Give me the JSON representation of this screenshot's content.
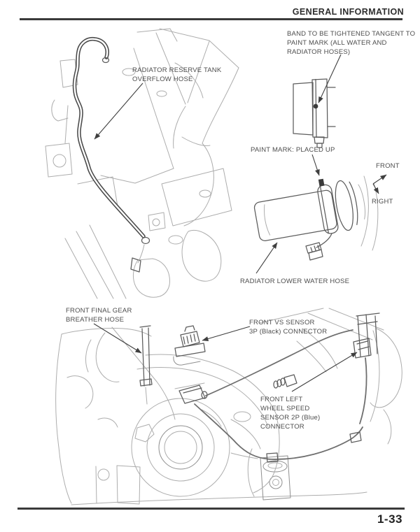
{
  "header": {
    "title": "GENERAL INFORMATION"
  },
  "footer": {
    "page_number": "1-33"
  },
  "colors": {
    "rule": "#3a3a3a",
    "label_ink": "#4d4d4d",
    "art_light": "#adadad",
    "art_dark": "#4a4a4a"
  },
  "callouts": {
    "band": "BAND TO BE TIGHTENED TANGENT TO\nPAINT MARK (ALL WATER AND\nRADIATOR HOSES)",
    "reserve_tank_hose": "RADIATOR RESERVE TANK\nOVERFLOW HOSE",
    "paint_mark": "PAINT MARK: PLACED UP",
    "front_direction": "FRONT",
    "right_direction": "RIGHT",
    "lower_water_hose": "RADIATOR LOWER WATER HOSE",
    "breather_hose": "FRONT FINAL GEAR\nBREATHER HOSE",
    "vs_sensor": "FRONT VS SENSOR\n3P (Black) CONNECTOR",
    "wheel_speed_sensor": "FRONT LEFT\nWHEEL SPEED\nSENSOR 2P (Blue)\nCONNECTOR"
  }
}
